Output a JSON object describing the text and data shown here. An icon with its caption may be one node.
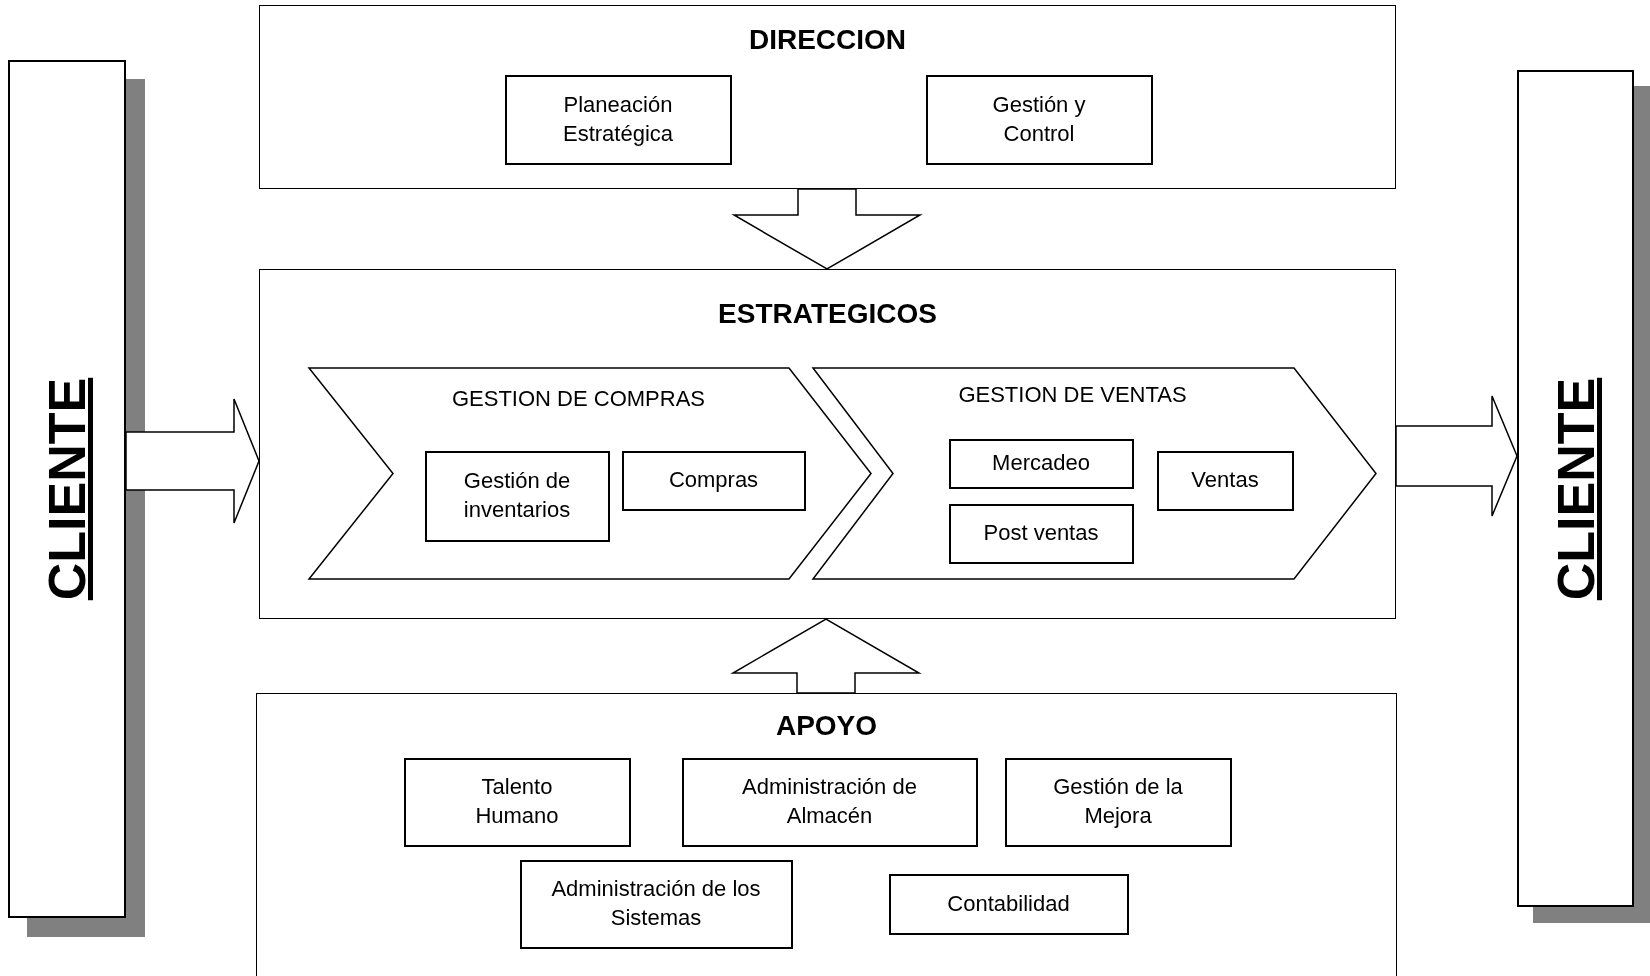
{
  "diagram": {
    "nodes": [
      {
        "text": [
          "CLIENTE"
        ]
      },
      {
        "text": [
          "DIRECCION"
        ]
      },
      {
        "text": [
          "Planeación Estratégica"
        ],
        "in": 1
      },
      {
        "text": [
          "Gestión y Control"
        ],
        "in": 1
      },
      {
        "text": [
          "ESTRATEGICOS"
        ]
      },
      {
        "text": [
          "GESTION DE COMPRAS"
        ],
        "in": 4
      },
      {
        "text": [
          "Gestión de inventarios"
        ],
        "in": 5
      },
      {
        "text": [
          "Compras"
        ],
        "in": 5
      },
      {
        "text": [
          "GESTION DE VENTAS"
        ],
        "in": 4
      },
      {
        "text": [
          "Mercadeo"
        ],
        "in": 8
      },
      {
        "text": [
          "Post ventas"
        ],
        "in": 8
      },
      {
        "text": [
          "Ventas"
        ],
        "in": 8
      },
      {
        "text": [
          "APOYO"
        ]
      },
      {
        "text": [
          "Talento Humano"
        ],
        "in": 12
      },
      {
        "text": [
          "Administración de Almacén"
        ],
        "in": 12
      },
      {
        "text": [
          "Gestión de la Mejora"
        ],
        "in": 12
      },
      {
        "text": [
          "Administración de los Sistemas"
        ],
        "in": 12
      },
      {
        "text": [
          "Contabilidad"
        ],
        "in": 12
      },
      {
        "text": [
          "CLIENTE"
        ]
      }
    ],
    "edges": [
      {
        "from": 0,
        "to": 4,
        "arrow": "to"
      },
      {
        "from": 1,
        "to": 4,
        "arrow": "to"
      },
      {
        "from": 12,
        "to": 4,
        "arrow": "to"
      },
      {
        "from": 4,
        "to": 18,
        "arrow": "to"
      }
    ]
  }
}
